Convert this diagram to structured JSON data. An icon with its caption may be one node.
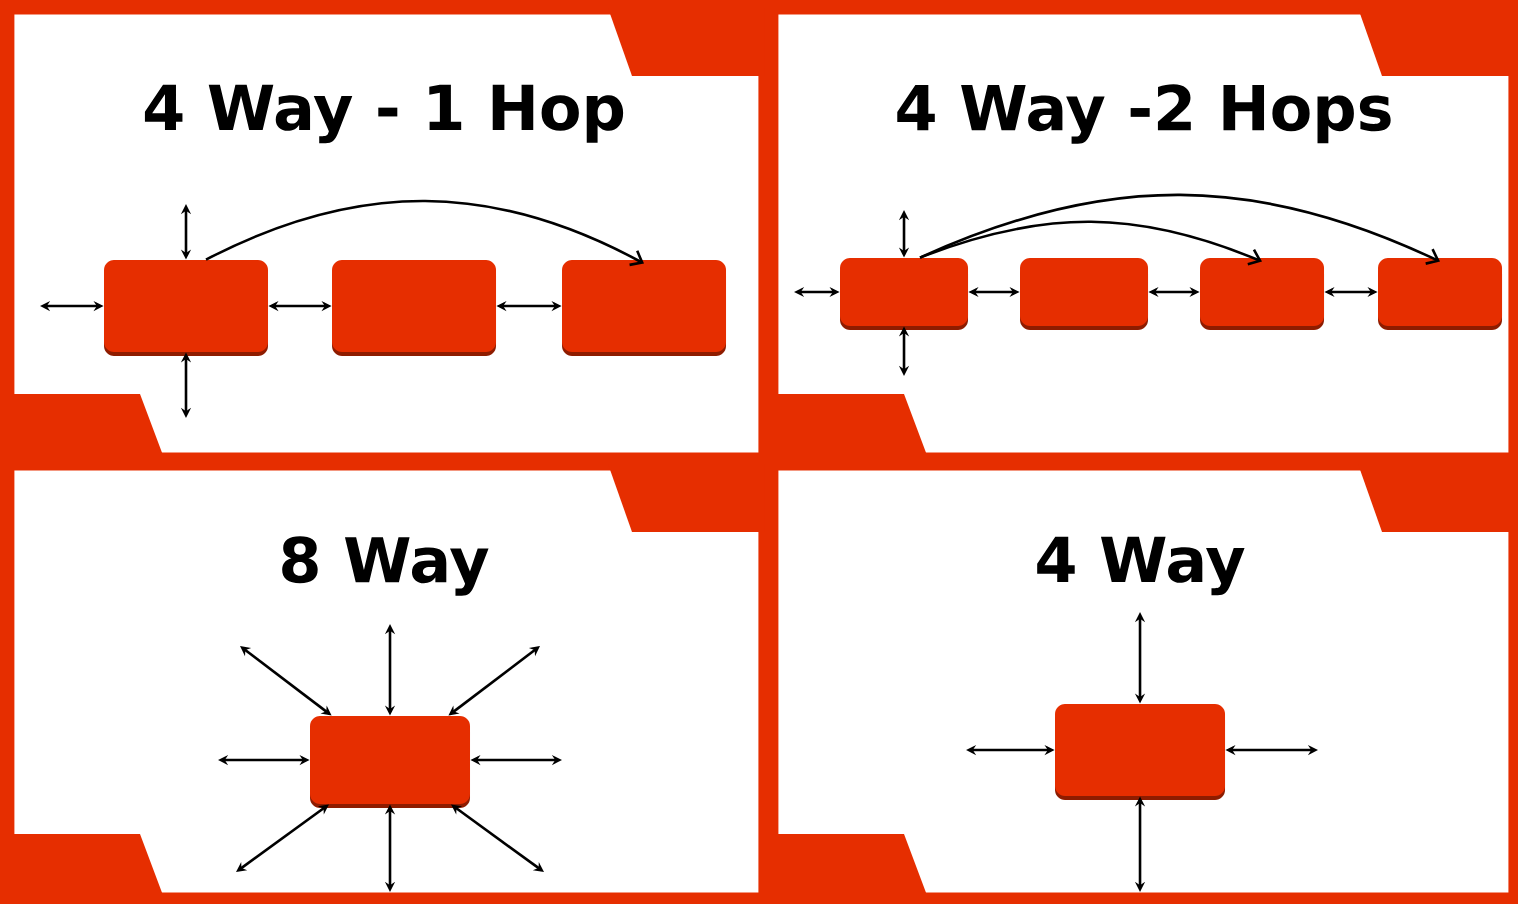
{
  "diagram": {
    "nodes": [
      {
        "text": [
          "4 Way - 1 Hop"
        ]
      },
      {
        "text": [],
        "shape": "box",
        "in": 0
      },
      {
        "text": [],
        "shape": "box",
        "in": 0
      },
      {
        "text": [],
        "shape": "box",
        "in": 0
      },
      {
        "text": [
          "4 Way -2 Hops"
        ]
      },
      {
        "text": [],
        "shape": "box",
        "in": 4
      },
      {
        "text": [],
        "shape": "box",
        "in": 4
      },
      {
        "text": [],
        "shape": "box",
        "in": 4
      },
      {
        "text": [],
        "shape": "box",
        "in": 4
      },
      {
        "text": [
          "8 Way"
        ]
      },
      {
        "text": [],
        "shape": "box",
        "in": 9
      },
      {
        "text": [
          "4 Way"
        ]
      },
      {
        "text": [],
        "shape": "box",
        "in": 11
      }
    ],
    "edges": [
      {
        "from": null,
        "to": 1,
        "arrow": "both"
      },
      {
        "from": null,
        "to": 1,
        "arrow": "both"
      },
      {
        "from": null,
        "to": 1,
        "arrow": "both"
      },
      {
        "from": 1,
        "to": 2,
        "arrow": "both"
      },
      {
        "from": 2,
        "to": 3,
        "arrow": "both"
      },
      {
        "from": 1,
        "to": 3,
        "arrow": "to"
      },
      {
        "from": null,
        "to": 5,
        "arrow": "both"
      },
      {
        "from": null,
        "to": 5,
        "arrow": "both"
      },
      {
        "from": null,
        "to": 5,
        "arrow": "both"
      },
      {
        "from": 5,
        "to": 6,
        "arrow": "both"
      },
      {
        "from": 6,
        "to": 7,
        "arrow": "both"
      },
      {
        "from": 7,
        "to": 8,
        "arrow": "both"
      },
      {
        "from": 5,
        "to": 7,
        "arrow": "to"
      },
      {
        "from": 5,
        "to": 8,
        "arrow": "to"
      },
      {
        "from": null,
        "to": 10,
        "arrow": "both"
      },
      {
        "from": null,
        "to": 10,
        "arrow": "both"
      },
      {
        "from": null,
        "to": 10,
        "arrow": "both"
      },
      {
        "from": null,
        "to": 10,
        "arrow": "both"
      },
      {
        "from": null,
        "to": 10,
        "arrow": "both"
      },
      {
        "from": null,
        "to": 10,
        "arrow": "both"
      },
      {
        "from": null,
        "to": 10,
        "arrow": "both"
      },
      {
        "from": null,
        "to": 10,
        "arrow": "both"
      },
      {
        "from": null,
        "to": 12,
        "arrow": "both"
      },
      {
        "from": null,
        "to": 12,
        "arrow": "both"
      },
      {
        "from": null,
        "to": 12,
        "arrow": "both"
      },
      {
        "from": null,
        "to": 12,
        "arrow": "both"
      }
    ]
  }
}
